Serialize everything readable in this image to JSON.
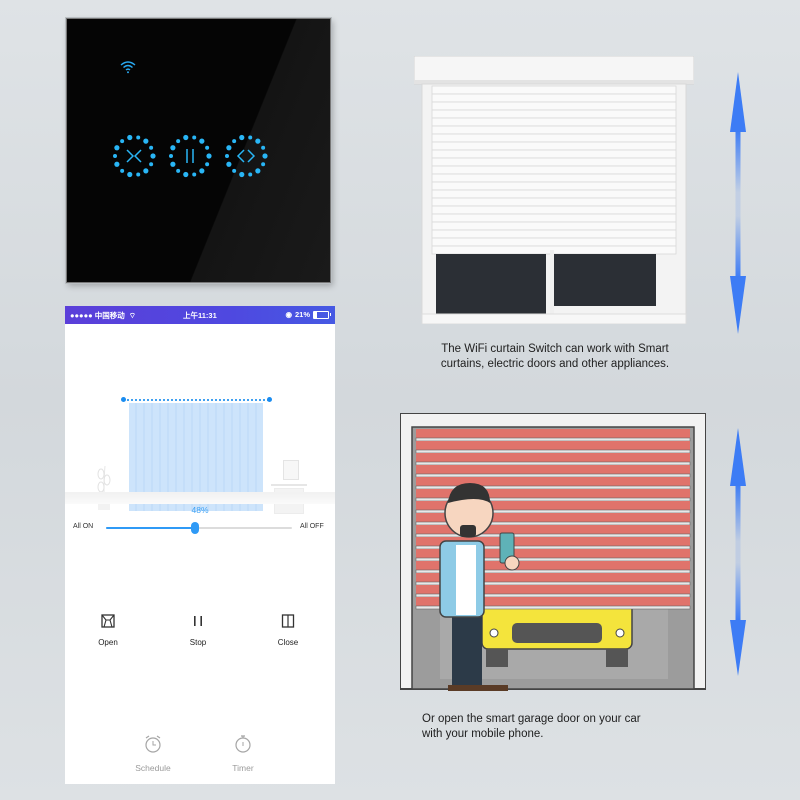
{
  "switch_panel": {
    "buttons": [
      {
        "name": "close-curtain",
        "icon": "arrows-inward-icon"
      },
      {
        "name": "pause",
        "icon": "pause-icon"
      },
      {
        "name": "open-curtain",
        "icon": "arrows-outward-icon"
      }
    ],
    "indicator_icon": "wifi-icon",
    "accent_color": "#29b6f6"
  },
  "phone": {
    "status_bar": {
      "carrier": "●●●●● 中国移动",
      "time": "上午11:31",
      "battery": "21%",
      "battery_level": 0.21
    },
    "curtain_position": {
      "percent_label": "48%",
      "value": 48,
      "left_label": "All ON",
      "right_label": "All OFF"
    },
    "controls": [
      {
        "label": "Open",
        "icon": "curtain-open-icon"
      },
      {
        "label": "Stop",
        "icon": "pause-icon"
      },
      {
        "label": "Close",
        "icon": "curtain-close-icon"
      }
    ],
    "tools": [
      {
        "label": "Schedule",
        "icon": "alarm-clock-icon"
      },
      {
        "label": "Timer",
        "icon": "stopwatch-icon"
      }
    ],
    "accent_color": "#2f9af6",
    "status_bar_color": "#5246dd"
  },
  "captions": {
    "shutter": [
      "The WiFi curtain Switch can work with Smart",
      "curtains, electric doors and other appliances."
    ],
    "garage": [
      "Or open the smart garage door on your car",
      "with your mobile phone."
    ]
  },
  "colors": {
    "arrow": "#3d7cf5",
    "garage_door": "#e0736b",
    "car": "#f4e43c"
  }
}
